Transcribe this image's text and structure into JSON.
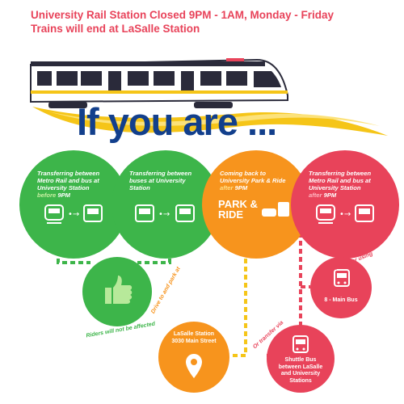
{
  "header": {
    "line1": "University Rail Station Closed 9PM - 1AM, Monday - Friday",
    "line2": "Trains will end at LaSalle Station"
  },
  "title": "If you are ...",
  "circles": [
    {
      "l1": "Transferring between",
      "l2": "Metro Rail and bus at",
      "l3": "University Station",
      "hl": "before",
      "time": "9PM",
      "color": "#3db54a",
      "hl_color": "#c6f0a0"
    },
    {
      "l1": "Transferring between",
      "l2": "buses at University",
      "l3": "Station",
      "hl": "",
      "time": "",
      "color": "#3db54a",
      "hl_color": "#c6f0a0"
    },
    {
      "l1": "Coming back to",
      "l2": "University Park & Ride",
      "l3": "",
      "hl": "after",
      "time": "9PM",
      "color": "#f7941d",
      "hl_color": "#ffe08a"
    },
    {
      "l1": "Transferring between",
      "l2": "Metro Rail and bus at",
      "l3": "University Station",
      "hl": "after",
      "time": "9PM",
      "color": "#e8435a",
      "hl_color": "#ffb3bf"
    }
  ],
  "park_ride": {
    "line1": "PARK &",
    "line2": "RIDE"
  },
  "outcomes": {
    "riders": "Riders will not be affected",
    "drive": "Drive to and park at",
    "lasalle_name": "LaSalle Station",
    "lasalle_addr": "3030 Main Street",
    "consider": "Consider using",
    "main_bus": "8 - Main Bus",
    "or_transfer": "Or transfer via",
    "shuttle1": "Shuttle Bus",
    "shuttle2": "between LaSalle",
    "shuttle3": "and University",
    "shuttle4": "Stations"
  },
  "colors": {
    "green": "#3db54a",
    "orange": "#f7941d",
    "red": "#e8435a",
    "navy": "#123f8c",
    "yellow": "#f5c518"
  }
}
